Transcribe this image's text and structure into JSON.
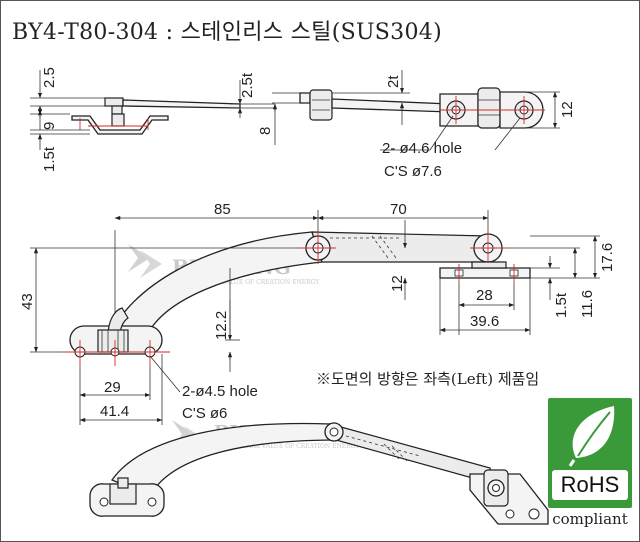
{
  "title": "BY4-T80-304 : 스테인리스 스틸(SUS304)",
  "watermark": {
    "brand": "BUYOUNG",
    "tagline": "COMMERCIAL VALUE OF CREATION ENERGY"
  },
  "dimensions": {
    "side_thickness_top": "2.5",
    "side_height": "9",
    "side_thickness_bottom": "1.5t",
    "side_plate": "2.5t",
    "right_height": "8",
    "right_thickness": "2t",
    "right_width": "12",
    "len_left": "85",
    "len_right": "70",
    "height_total": "43",
    "offset_12_2": "12.2",
    "right_12": "12",
    "right_17_6": "17.6",
    "right_11_6": "11.6",
    "right_1_5t": "1.5t",
    "right_28": "28",
    "right_39_6": "39.6",
    "left_29": "29",
    "left_41_4": "41.4"
  },
  "hole_notes": {
    "right_line1": "2- ø4.6 hole",
    "right_line2": "C'S ø7.6",
    "left_line1": "2-ø4.5 hole",
    "left_line2": "C'S ø6"
  },
  "orientation_note": "※도면의 방향은 좌측(Left) 제품임",
  "rohs": {
    "label": "RoHS",
    "sub": "compliant",
    "color": "#3a9a3a"
  }
}
